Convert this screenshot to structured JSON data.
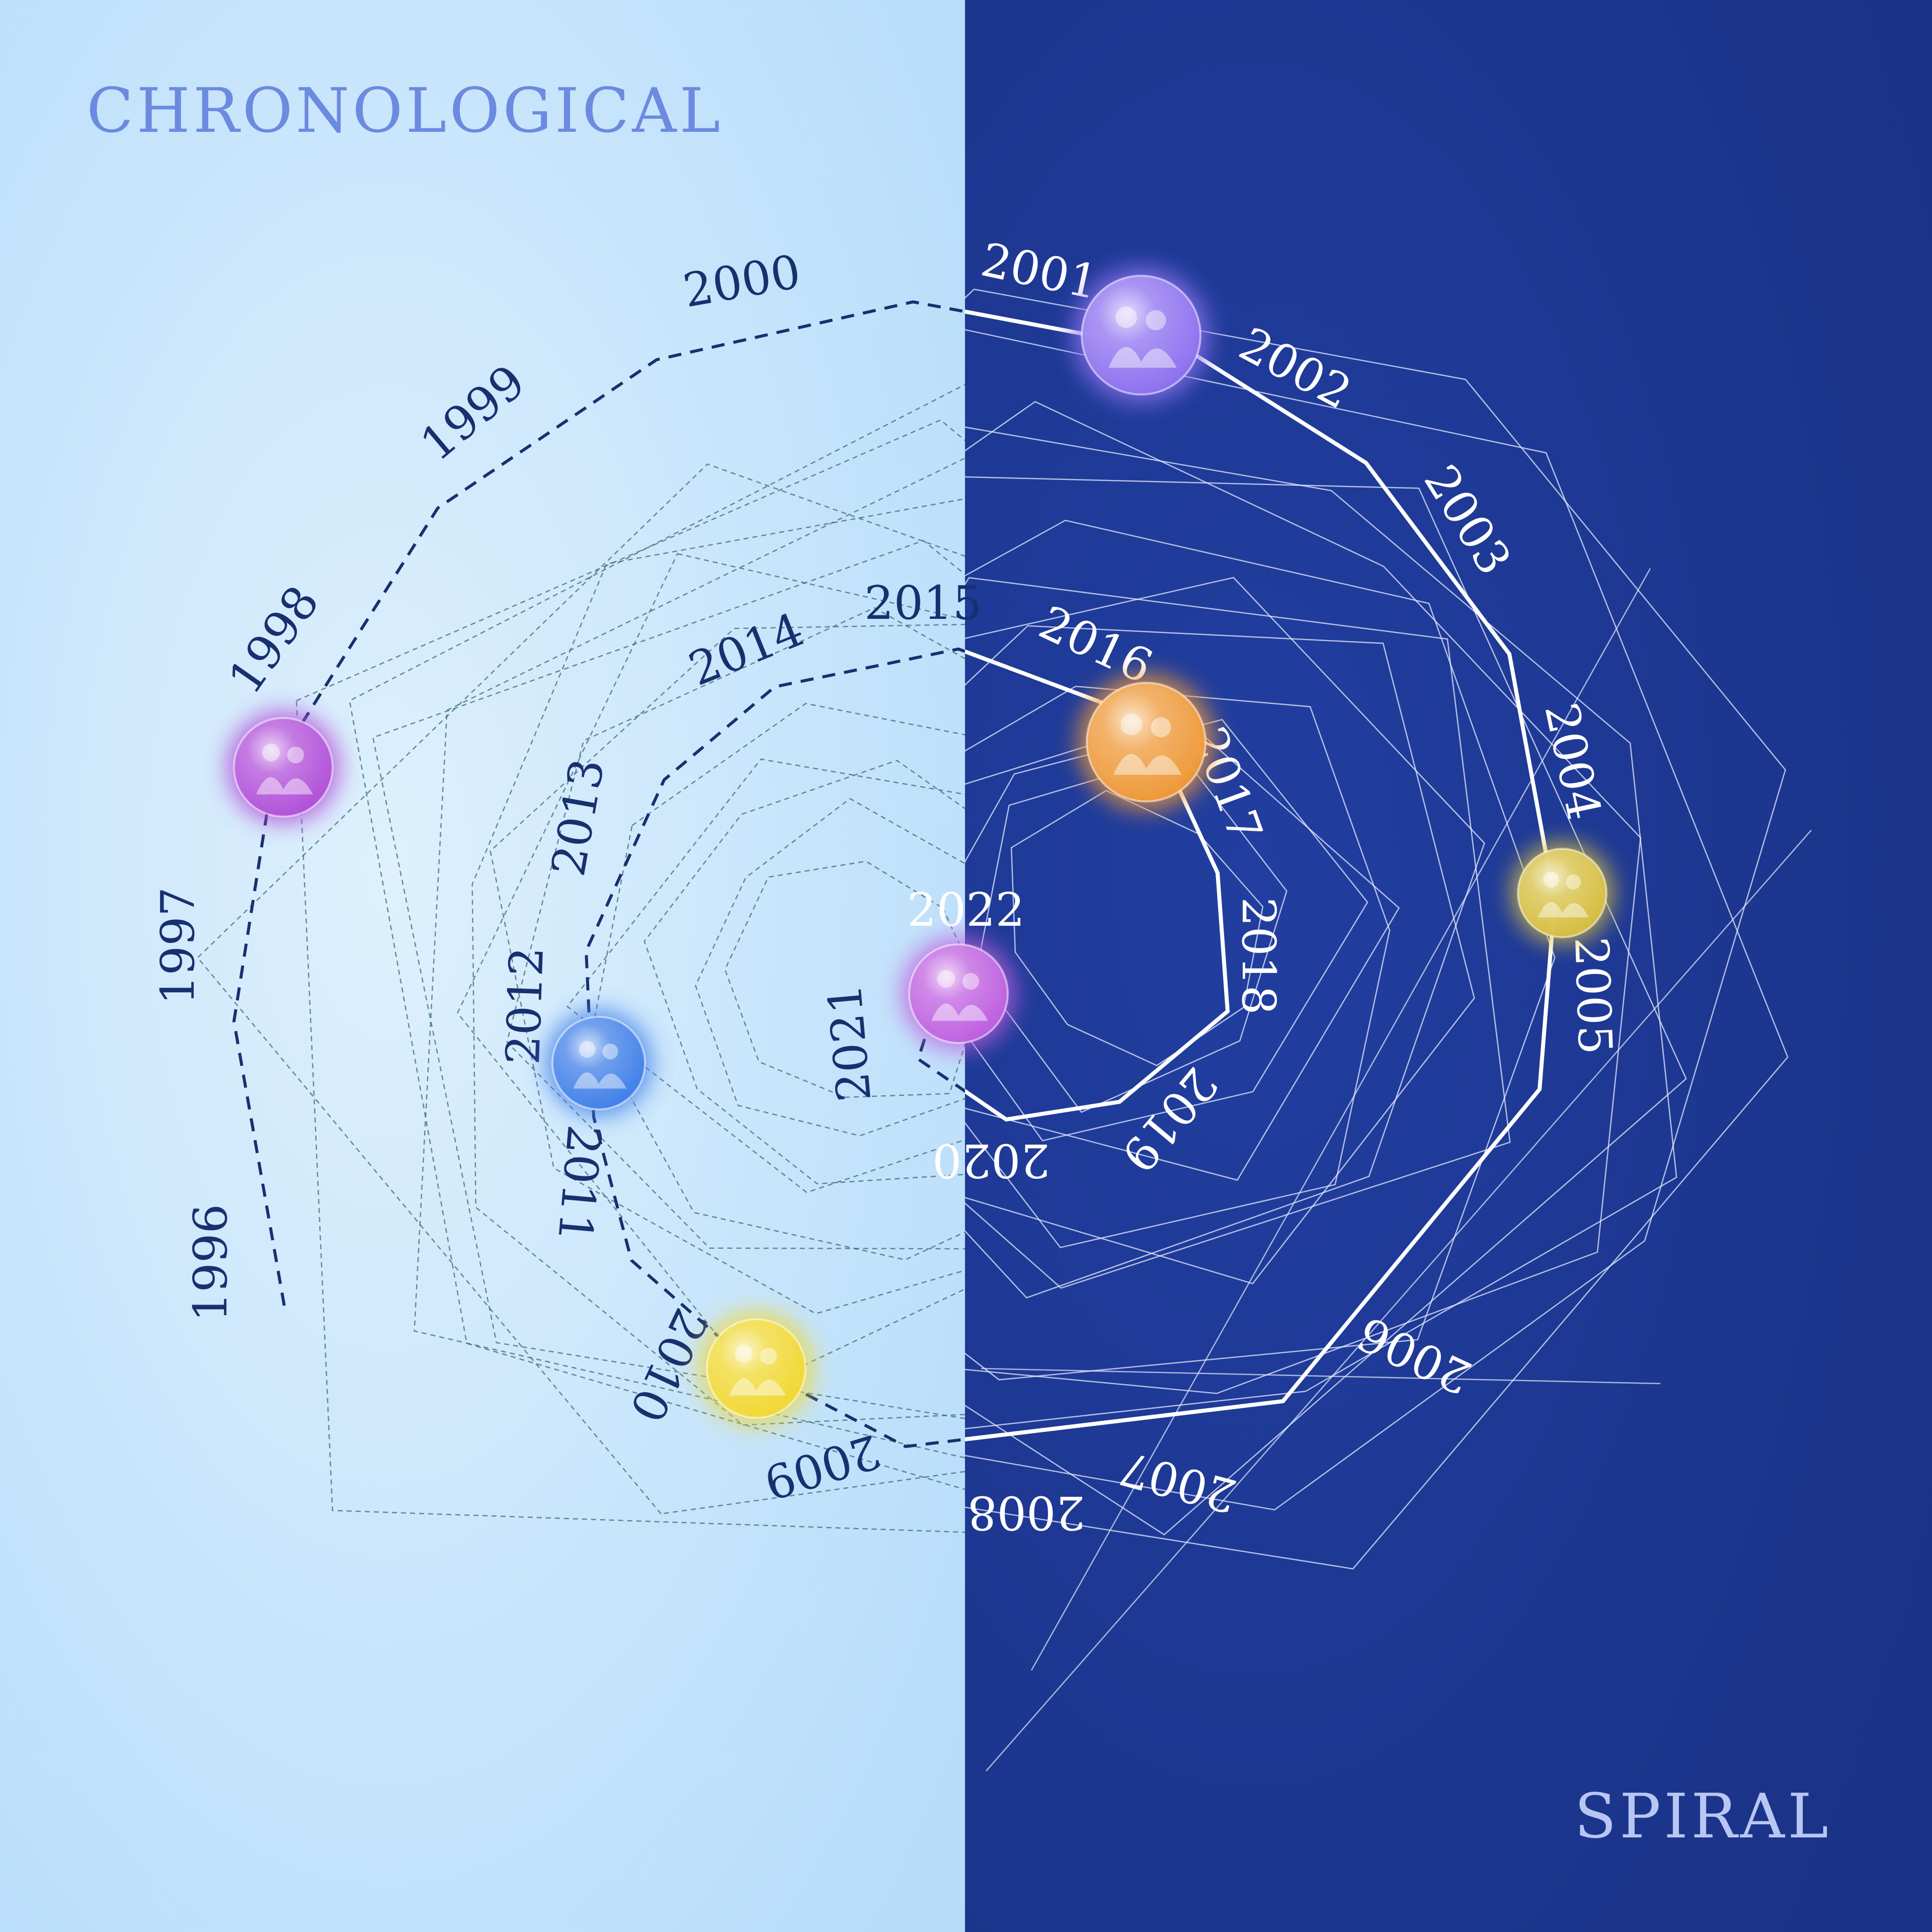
{
  "headings": {
    "left": "CHRONOLOGICAL",
    "right": "SPIRAL"
  },
  "colors": {
    "left_background": "#cfe6fb",
    "right_background": "#1b3590",
    "heading_left": "#6b8ae0",
    "heading_right": "#b8c6f3",
    "dark_line": "#17306f",
    "white_line": "#ffffff"
  },
  "years": [
    {
      "label": "1996"
    },
    {
      "label": "1997"
    },
    {
      "label": "1998"
    },
    {
      "label": "1999"
    },
    {
      "label": "2000"
    },
    {
      "label": "2001"
    },
    {
      "label": "2002"
    },
    {
      "label": "2003"
    },
    {
      "label": "2004"
    },
    {
      "label": "2005"
    },
    {
      "label": "2006"
    },
    {
      "label": "2007"
    },
    {
      "label": "2008"
    },
    {
      "label": "2009"
    },
    {
      "label": "2010"
    },
    {
      "label": "2011"
    },
    {
      "label": "2012"
    },
    {
      "label": "2013"
    },
    {
      "label": "2014"
    },
    {
      "label": "2015"
    },
    {
      "label": "2016"
    },
    {
      "label": "2017"
    },
    {
      "label": "2018"
    },
    {
      "label": "2019"
    },
    {
      "label": "2020"
    },
    {
      "label": "2021"
    },
    {
      "label": "2022"
    }
  ],
  "markers": [
    {
      "year": "1998",
      "color": "#b04fd8",
      "icon": "photo-thumbnail"
    },
    {
      "year": "2001",
      "color": "#8e72f0",
      "icon": "photo-thumbnail"
    },
    {
      "year": "2004",
      "color": "#d8c040",
      "icon": "photo-thumbnail"
    },
    {
      "year": "2009",
      "color": "#f0d830",
      "icon": "photo-thumbnail"
    },
    {
      "year": "2012",
      "color": "#3f7ee8",
      "icon": "photo-thumbnail"
    },
    {
      "year": "2016",
      "color": "#f09a38",
      "icon": "photo-thumbnail"
    },
    {
      "year": "2022",
      "color": "#c060e0",
      "icon": "photo-thumbnail"
    }
  ]
}
